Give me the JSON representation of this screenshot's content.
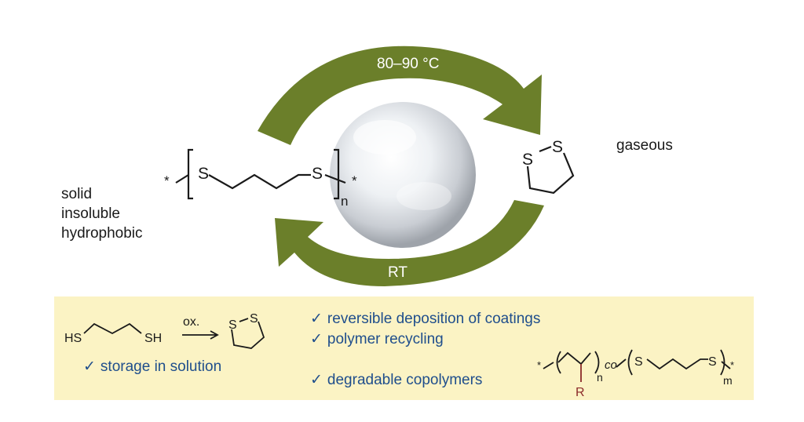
{
  "cycle": {
    "top_condition": "80–90 °C",
    "bottom_condition": "RT",
    "arrow_color": "#6b7f2a"
  },
  "polymer": {
    "end_group": "*",
    "atom_s": "S",
    "repeat_subscript": "n",
    "properties": [
      "solid",
      "insoluble",
      "hydrophobic"
    ]
  },
  "monomer": {
    "atom_s": "S",
    "state": "gaseous"
  },
  "panel": {
    "background": "#fbf3c4",
    "text_color": "#1f4e8c",
    "reaction": {
      "left_group": "HS",
      "right_group": "SH",
      "reagent": "ox.",
      "ring_atom": "S"
    },
    "benefits": [
      "reversible deposition of coatings",
      "polymer recycling",
      "storage in solution",
      "degradable copolymers"
    ],
    "check_mark": "✓",
    "copolymer": {
      "end_group": "*",
      "co": "co",
      "subscript_n": "n",
      "subscript_m": "m",
      "substituent": "R",
      "atom_s": "S",
      "substituent_color": "#8b2a2a"
    }
  }
}
